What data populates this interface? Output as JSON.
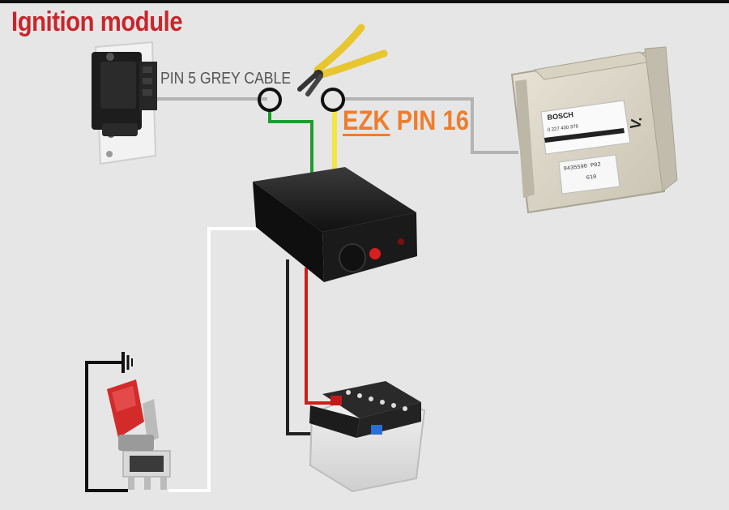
{
  "title": "Ignition module",
  "labels": {
    "grey_cable": "PIN 5 GREY CABLE",
    "ezk_underlined": "EZK",
    "ezk_rest": " PIN 16"
  },
  "ecu": {
    "brand": "BOSCH",
    "part_no": "0 227 400 378",
    "sticker_no": "9435590 P02",
    "sticker_code": "610",
    "side_mark": "V."
  },
  "colors": {
    "title": "#c8262b",
    "ezk": "#ef7d2c",
    "grey_wire": "#b3b3b3",
    "green_wire": "#1e9c2c",
    "yellow_wire": "#f4e640",
    "red_wire": "#d21d17",
    "black_wire": "#222222",
    "white_wire": "#ffffff"
  }
}
